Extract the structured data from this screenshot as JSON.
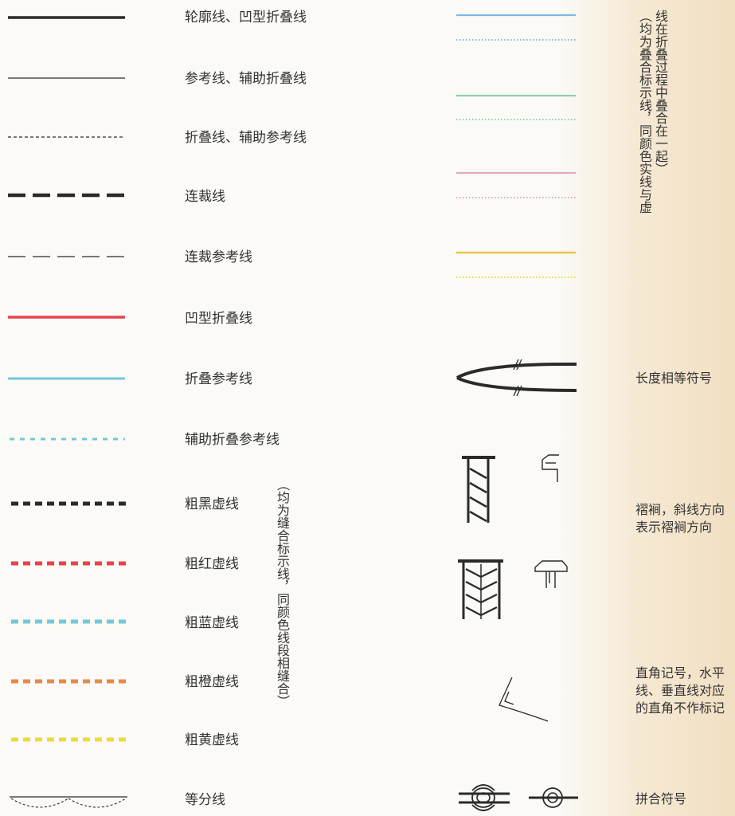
{
  "left_labels": [
    "轮廓线、凹型折叠线",
    "参考线、辅助折叠线",
    "折叠线、辅助参考线",
    "连裁线",
    "连裁参考线",
    "凹型折叠线",
    "折叠参考线",
    "辅助折叠参考线",
    "粗黑虚线",
    "粗红虚线",
    "粗蓝虚线",
    "粗橙虚线",
    "粗黄虚线",
    "等分线"
  ],
  "left_bracket_note": "（均为缝合标示线，同颜色线段相缝合）",
  "right_top_note_col1": "线在折叠过程中叠合在一起）",
  "right_top_note_col2": "（均为叠合标示线，同颜色实线与虚",
  "right_labels": {
    "equal_length": "长度相等符号",
    "pleat": "褶裥，斜线方向表示褶裥方向",
    "right_angle": "直角记号，水平线、垂直线对应的直角不作标记",
    "join": "拼合符号"
  },
  "colors": {
    "black": "#2a2a2a",
    "red": "#e5454a",
    "cyan": "#72c8d8",
    "orange": "#e8894a",
    "yellow": "#ecdb3c",
    "blue_line": "#7ab9e4",
    "green_line": "#8cd0b2",
    "pink_line": "#e8a6c2",
    "gold_line": "#e8c64a"
  }
}
